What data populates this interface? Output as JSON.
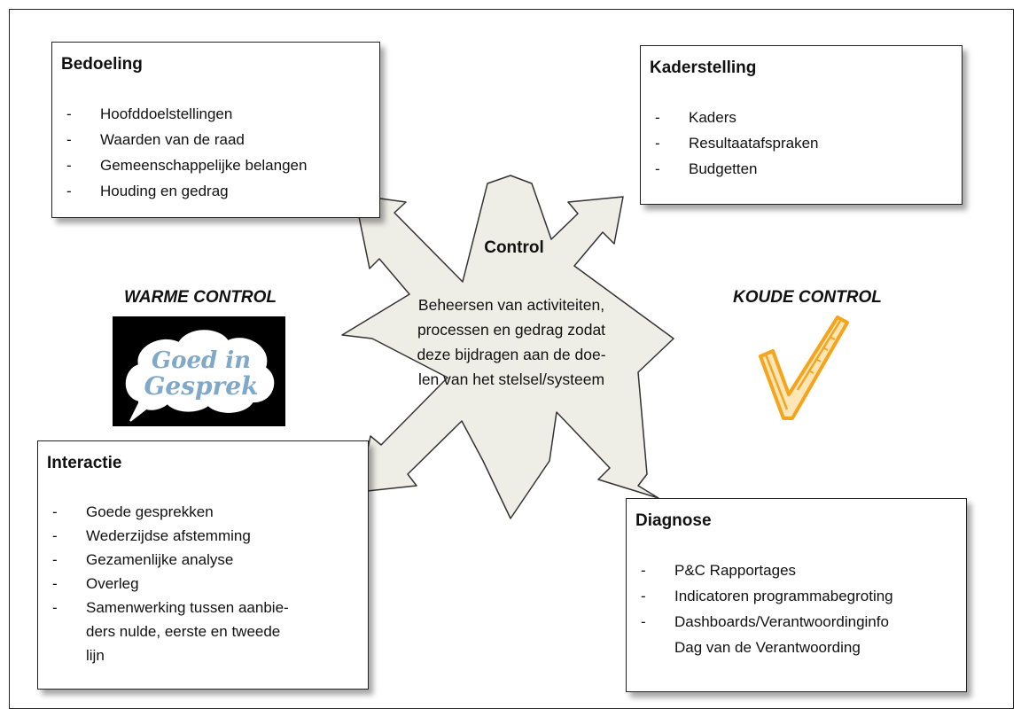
{
  "boxes": {
    "bedoeling": {
      "title": "Bedoeling",
      "items": [
        "Hoofddoelstellingen",
        "Waarden van de raad",
        "Gemeenschappelijke belangen",
        "Houding en gedrag"
      ]
    },
    "kaderstelling": {
      "title": "Kaderstelling",
      "items": [
        "Kaders",
        "Resultaatafspraken",
        "Budgetten"
      ]
    },
    "interactie": {
      "title": "Interactie",
      "items": [
        "Goede gesprekken",
        "Wederzijdse afstemming",
        "Gezamenlijke analyse",
        "Overleg",
        "Samenwerking tussen aanbie-"
      ],
      "continuation": [
        "ders nulde, eerste en tweede",
        "lijn"
      ]
    },
    "diagnose": {
      "title": "Diagnose",
      "items": [
        "P&C Rapportages",
        "Indicatoren programmabegroting",
        "Dashboards/Verantwoordinginfo"
      ],
      "continuation": [
        "Dag van de Verantwoording"
      ]
    }
  },
  "center": {
    "title": "Control",
    "description": "Beheersen van activiteiten, processen en gedrag zodat deze bijdragen aan de doe-len van het stelsel/systeem",
    "lines": [
      "Beheersen van activiteiten,",
      "processen en gedrag zodat",
      "deze bijdragen aan de doe-",
      "len van het stelsel/systeem"
    ]
  },
  "labels": {
    "warm": "WARME CONTROL",
    "koude": "KOUDE CONTROL"
  },
  "logo": {
    "text_line1": "Goed in",
    "text_line2": "Gesprek"
  },
  "colors": {
    "arrow_fill": "#eeede6",
    "arrow_stroke": "#333333",
    "logo_blue": "#7fa8c9",
    "check_orange": "#f7a41d"
  },
  "icons": {
    "check": "checkmark-icon",
    "logo": "goed-in-gesprek-logo"
  }
}
